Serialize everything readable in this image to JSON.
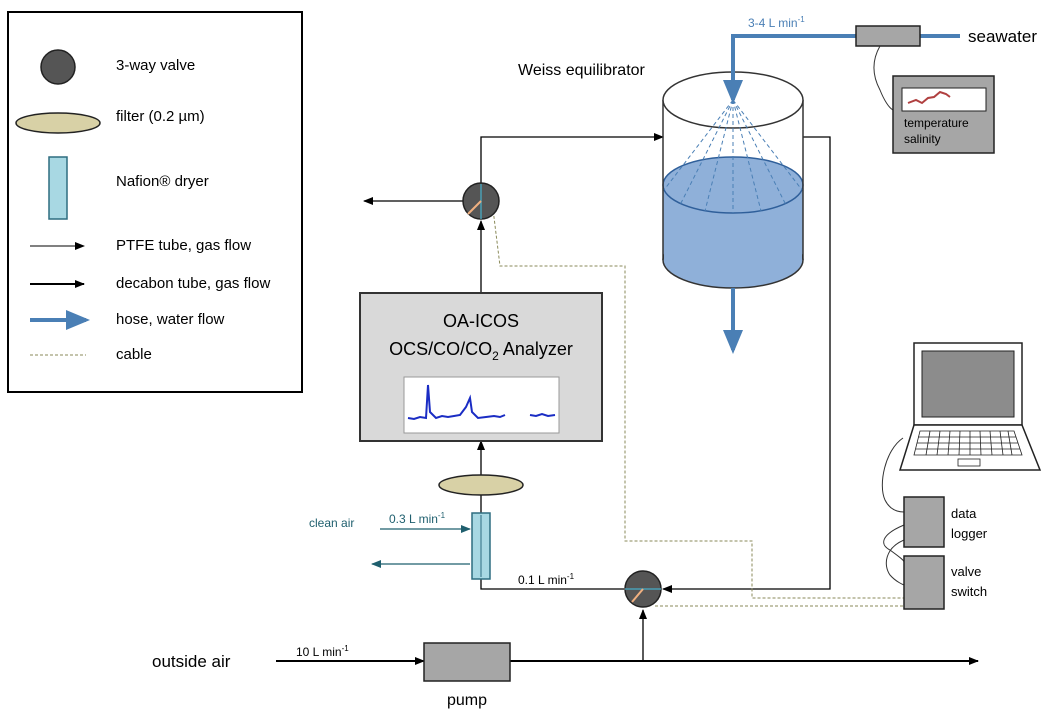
{
  "legend": {
    "valve": "3-way valve",
    "filter": "filter (0.2 µm)",
    "dryer": "Nafion® dryer",
    "ptfe": "PTFE tube, gas flow",
    "decabon": "decabon tube, gas flow",
    "hose": "hose, water flow",
    "cable": "cable"
  },
  "labels": {
    "equilibrator": "Weiss equilibrator",
    "seawater": "seawater",
    "water_flow": "3-4 L min",
    "water_flow_exp": "-1",
    "sensor_line1": "temperature",
    "sensor_line2": "salinity",
    "analyzer_line1": "OA-ICOS",
    "analyzer_line2a": "OCS/CO/CO",
    "analyzer_line2_sub": "2",
    "analyzer_line2b": " Analyzer",
    "clean_air": "clean air",
    "dryer_flow": "0.3 L min",
    "dryer_flow_exp": "-1",
    "sample_flow": "0.1 L min",
    "sample_flow_exp": "-1",
    "outside_air": "outside air",
    "pump_flow": "10 L min",
    "pump_flow_exp": "-1",
    "pump": "pump",
    "data_logger_1": "data",
    "data_logger_2": "logger",
    "valve_switch_1": "valve",
    "valve_switch_2": "switch"
  },
  "colors": {
    "water": "#4a7fb5",
    "water_fill": "#8fb0d9",
    "filter_fill": "#d8d1a6",
    "dryer_fill": "#a8d8e3",
    "valve_fill": "#555555",
    "box_fill": "#a6a6a6",
    "analyzer_fill": "#d9d9d9",
    "cable": "#8a8a5a"
  }
}
